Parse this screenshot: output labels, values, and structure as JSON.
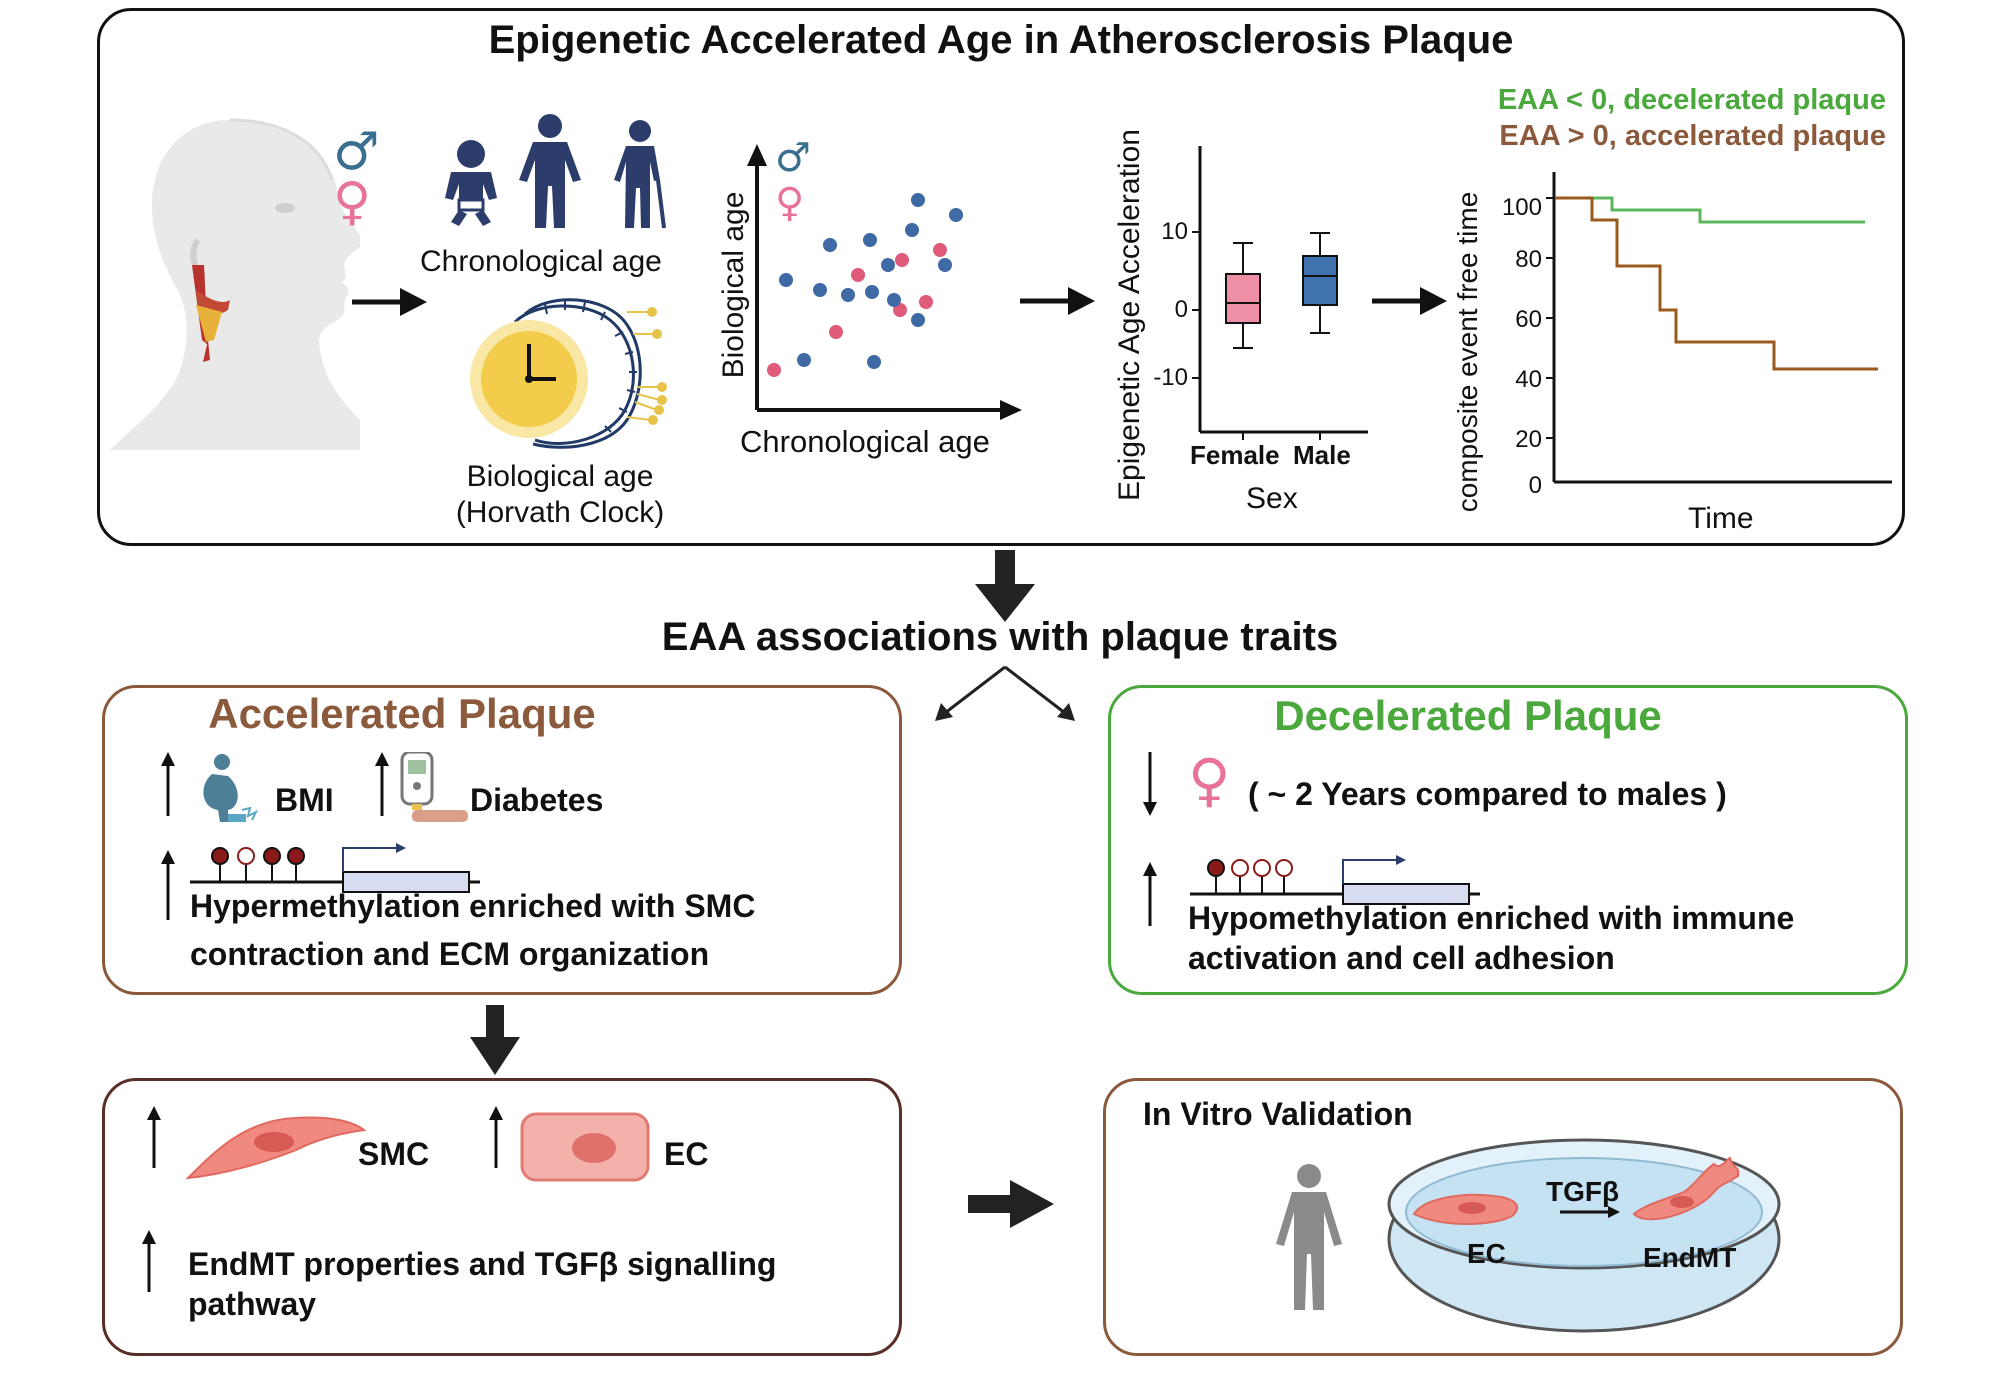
{
  "top": {
    "title": "Epigenetic Accelerated Age in Atherosclerosis Plaque",
    "chronological_age_label": "Chronological age",
    "biological_age_label_line1": "Biological age",
    "biological_age_label_line2": "(Horvath Clock)",
    "male_symbol": "♂",
    "female_symbol": "♀",
    "scatter": {
      "ylabel": "Biological age",
      "xlabel": "Chronological age"
    },
    "boxplot": {
      "ylabel": "Epigenetic Age Acceleration",
      "xlabel": "Sex",
      "ticks": [
        "10",
        "0",
        "-10"
      ],
      "categories": [
        "Female",
        "Male"
      ]
    },
    "survival": {
      "ylabel": "composite event free time",
      "xlabel": "Time",
      "ticks": [
        "100",
        "80",
        "60",
        "40",
        "20",
        "0"
      ],
      "legend_decel": "EAA < 0, decelerated plaque",
      "legend_accel": "EAA > 0, accelerated plaque"
    }
  },
  "middle": {
    "heading": "EAA associations with plaque traits"
  },
  "accelerated": {
    "title": "Accelerated Plaque",
    "bmi": "BMI",
    "diabetes": "Diabetes",
    "hyper_line1": "Hypermethylation enriched with SMC",
    "hyper_line2": "contraction and ECM organization"
  },
  "decelerated": {
    "title": "Decelerated Plaque",
    "female_years": "( ~ 2 Years compared to males )",
    "hypo_line1": "Hypomethylation enriched with immune",
    "hypo_line2": "activation and cell adhesion"
  },
  "cells": {
    "smc": "SMC",
    "ec": "EC",
    "endmt_line1": "EndMT properties and TGFβ signalling",
    "endmt_line2": "pathway"
  },
  "invitro": {
    "title": "In Vitro Validation",
    "tgfb": "TGFβ",
    "ec": "EC",
    "endmt": "EndMT"
  },
  "colors": {
    "accent_brown": "#8b5a3c",
    "accent_green": "#4aa83c",
    "male_blue": "#3a6f8f",
    "female_pink": "#e8739a",
    "dot_blue": "#3f6aa6",
    "dot_pink": "#e05a7a",
    "person_navy": "#2d3d6b",
    "box_pink": "#ef8fa6",
    "box_blue": "#3f73b0",
    "survival_green": "#5cb85c",
    "survival_brown": "#9a5a1e",
    "cell_red": "#f08a80"
  },
  "icons": [
    "head-profile-icon",
    "male-symbol-icon",
    "female-symbol-icon",
    "baby-icon",
    "adult-icon",
    "elderly-icon",
    "clock-icon",
    "dna-icon",
    "bmi-person-icon",
    "glucose-meter-icon",
    "methylation-lollipop-icon",
    "smc-cell-icon",
    "ec-cell-icon",
    "human-figure-icon",
    "petri-dish-icon",
    "arrow-icon"
  ]
}
